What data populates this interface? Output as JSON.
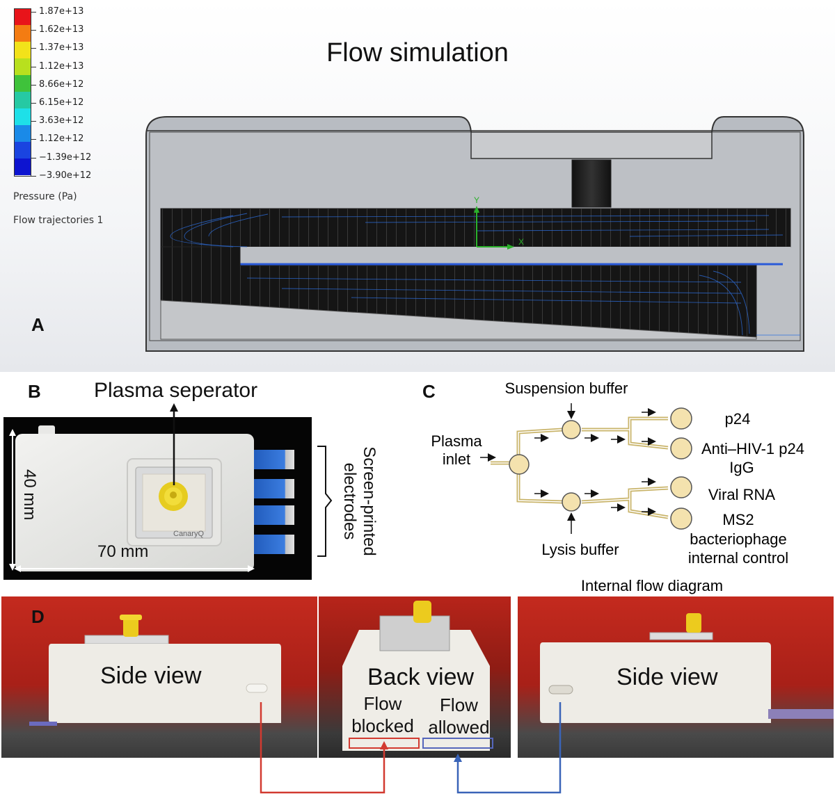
{
  "panel_a": {
    "letter": "A",
    "title": "Flow simulation",
    "legend_values": [
      "1.87e+13",
      "1.62e+13",
      "1.37e+13",
      "1.12e+13",
      "8.66e+12",
      "6.15e+12",
      "3.63e+12",
      "1.12e+12",
      "−1.39e+12",
      "−3.90e+12"
    ],
    "legend_colors": [
      "#e8141a",
      "#f47c12",
      "#f2e21a",
      "#b8e01e",
      "#3fc23b",
      "#26c9a3",
      "#1ee0e8",
      "#1a8ae8",
      "#1a44e0",
      "#0d14d0"
    ],
    "pressure_label": "Pressure (Pa)",
    "trajectories_label": "Flow trajectories 1",
    "axis_y": "Y",
    "axis_x": "X"
  },
  "panel_b": {
    "letter": "B",
    "separator_label": "Plasma seperator",
    "height_label": "40 mm",
    "width_label": "70 mm",
    "brand": "CanaryQ",
    "electrodes_label_line1": "Screen-printed",
    "electrodes_label_line2": "electrodes"
  },
  "panel_c": {
    "letter": "C",
    "suspension_buffer": "Suspension buffer",
    "plasma_inlet_line1": "Plasma",
    "plasma_inlet_line2": "inlet",
    "lysis_buffer": "Lysis buffer",
    "out_p24": "p24",
    "out_igg_line1": "Anti–HIV-1 p24",
    "out_igg_line2": "IgG",
    "out_rna": "Viral RNA",
    "out_ms2_line1": "MS2",
    "out_ms2_line2": "bacteriophage",
    "out_ms2_line3": "internal control",
    "caption": "Internal flow diagram"
  },
  "panel_d": {
    "letter": "D",
    "side_view_left": "Side view",
    "back_view": "Back view",
    "flow_blocked_line1": "Flow",
    "flow_blocked_line2": "blocked",
    "flow_allowed_line1": "Flow",
    "flow_allowed_line2": "allowed",
    "side_view_right": "Side view",
    "colors": {
      "blocked": "#d23a30",
      "allowed": "#3a64b8"
    }
  }
}
